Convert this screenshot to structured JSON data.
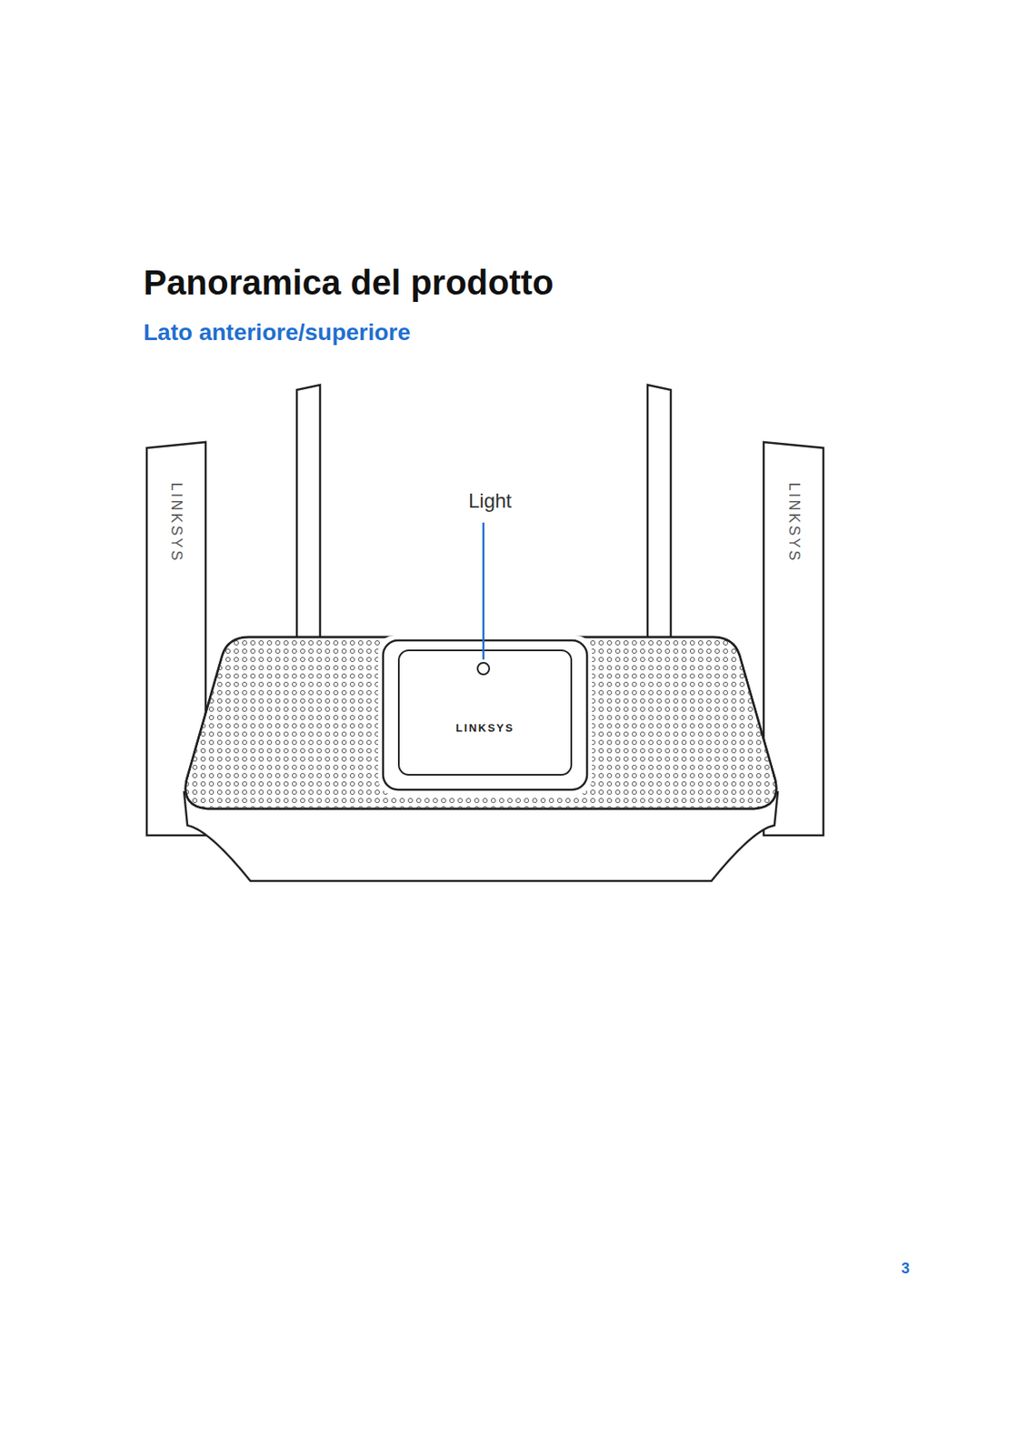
{
  "diagram": {
    "title": "Panoramica del prodotto",
    "labels": [
      "Lato anteriore/superiore",
      "LINKSYS",
      "LINKSYS",
      "Light",
      "LINKSYS",
      "3"
    ]
  }
}
